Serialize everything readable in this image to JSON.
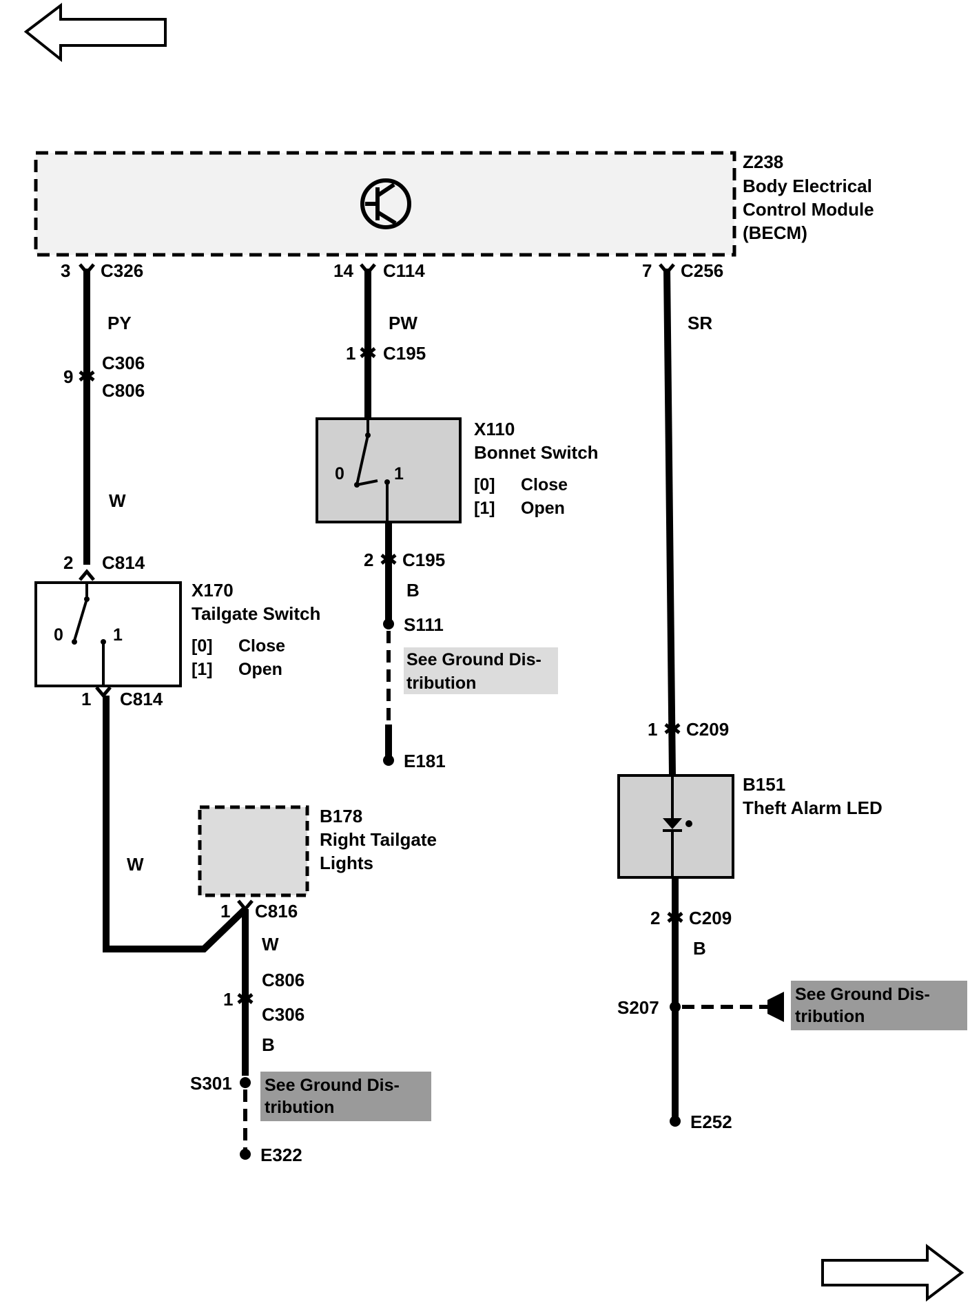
{
  "nav": {
    "prev_icon": "arrow-left-icon",
    "next_icon": "arrow-right-icon"
  },
  "module": {
    "id": "Z238",
    "name_line1": "Body Electrical",
    "name_line2": "Control Module",
    "name_line3": "(BECM)",
    "symbol_icon": "transistor-icon"
  },
  "circuit1": {
    "pin_top": "3",
    "conn_top": "C326",
    "wire_color1": "PY",
    "pin_inline": "9",
    "conn_inline_a": "C306",
    "conn_inline_b": "C806",
    "wire_color2": "W",
    "pin_sw_in": "2",
    "conn_sw_in": "C814",
    "switch_id": "X170",
    "switch_name": "Tailgate Switch",
    "state0_key": "[0]",
    "state0_label": "Close",
    "state1_key": "[1]",
    "state1_label": "Open",
    "pos0": "0",
    "pos1": "1",
    "pin_sw_out": "1",
    "conn_sw_out": "C814",
    "wire_color3": "W",
    "lamp_id": "B178",
    "lamp_line1": "Right Tailgate",
    "lamp_line2": "Lights",
    "pin_lamp": "1",
    "conn_lamp": "C816",
    "wire_color4": "W",
    "pin_inline2": "1",
    "conn_inline2_a": "C806",
    "conn_inline2_b": "C306",
    "wire_color5": "B",
    "splice": "S301",
    "ground_ref_line1": "See Ground Dis-",
    "ground_ref_line2": "tribution",
    "ground": "E322"
  },
  "circuit2": {
    "pin_top": "14",
    "conn_top": "C114",
    "wire_color1": "PW",
    "pin_inline": "1",
    "conn_inline": "C195",
    "switch_id": "X110",
    "switch_name": "Bonnet Switch",
    "state0_key": "[0]",
    "state0_label": "Close",
    "state1_key": "[1]",
    "state1_label": "Open",
    "pos0": "0",
    "pos1": "1",
    "pin_out": "2",
    "conn_out": "C195",
    "wire_color2": "B",
    "splice": "S111",
    "ground_ref_line1": "See Ground Dis-",
    "ground_ref_line2": "tribution",
    "ground": "E181"
  },
  "circuit3": {
    "pin_top": "7",
    "conn_top": "C256",
    "wire_color1": "SR",
    "pin_in": "1",
    "conn_in": "C209",
    "led_id": "B151",
    "led_name": "Theft Alarm LED",
    "pin_out": "2",
    "conn_out": "C209",
    "wire_color2": "B",
    "splice": "S207",
    "ground_ref_line1": "See Ground Dis-",
    "ground_ref_line2": "tribution",
    "ground": "E252"
  }
}
